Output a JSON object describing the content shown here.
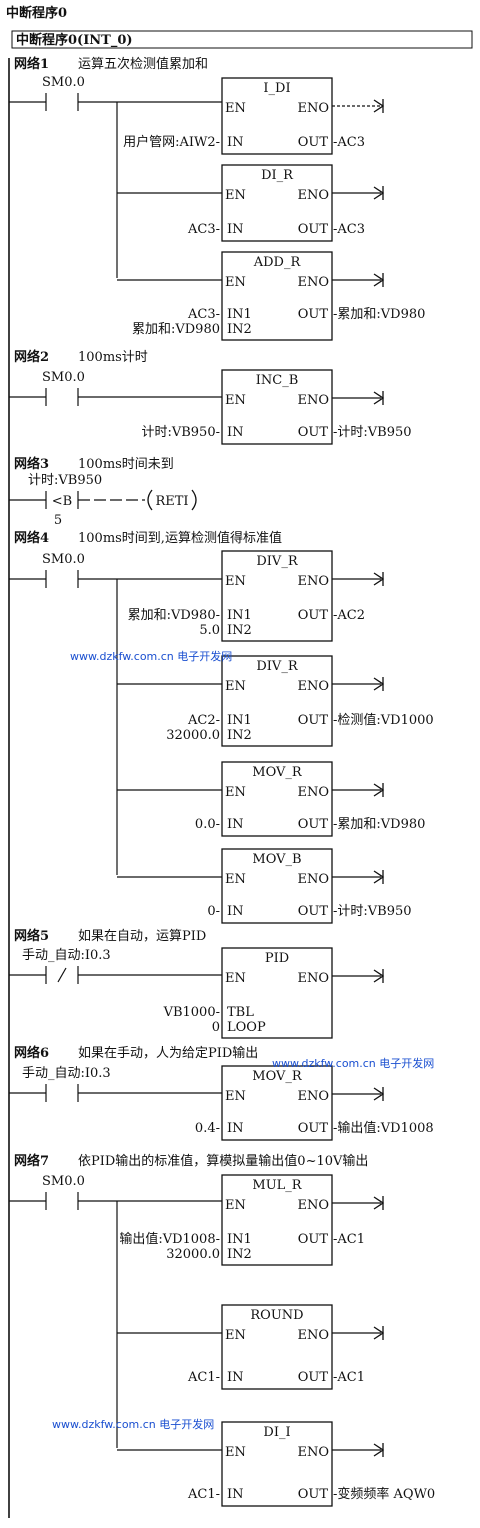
{
  "page_title": "中断程序0",
  "routine_header": "中断程序0(INT_0)",
  "watermark": "www.dzkfw.com.cn 电子开发网",
  "networks": [
    {
      "label": "网络1",
      "comment": "运算五次检测值累加和",
      "contacts": [
        {
          "label": "SM0.0",
          "type": "NO"
        }
      ],
      "boxes": [
        {
          "name": "I_DI",
          "en": "EN",
          "eno": "ENO",
          "inputs": [
            {
              "pin": "IN",
              "value": "用户管网:AIW2"
            }
          ],
          "outputs": [
            {
              "pin": "OUT",
              "value": "AC3"
            }
          ]
        },
        {
          "name": "DI_R",
          "en": "EN",
          "eno": "ENO",
          "inputs": [
            {
              "pin": "IN",
              "value": "AC3"
            }
          ],
          "outputs": [
            {
              "pin": "OUT",
              "value": "AC3"
            }
          ]
        },
        {
          "name": "ADD_R",
          "en": "EN",
          "eno": "ENO",
          "inputs": [
            {
              "pin": "IN1",
              "value": "AC3"
            },
            {
              "pin": "IN2",
              "value": "累加和:VD980"
            }
          ],
          "outputs": [
            {
              "pin": "OUT",
              "value": "累加和:VD980"
            }
          ]
        }
      ]
    },
    {
      "label": "网络2",
      "comment": "100ms计时",
      "contacts": [
        {
          "label": "SM0.0",
          "type": "NO"
        }
      ],
      "boxes": [
        {
          "name": "INC_B",
          "en": "EN",
          "eno": "ENO",
          "inputs": [
            {
              "pin": "IN",
              "value": "计时:VB950"
            }
          ],
          "outputs": [
            {
              "pin": "OUT",
              "value": "计时:VB950"
            }
          ]
        }
      ]
    },
    {
      "label": "网络3",
      "comment": "100ms时间未到",
      "contacts": [
        {
          "label": "计时:VB950",
          "type": "CMP",
          "op": "<B",
          "operand": "5"
        }
      ],
      "coil": "RETI"
    },
    {
      "label": "网络4",
      "comment": "100ms时间到,运算检测值得标准值",
      "contacts": [
        {
          "label": "SM0.0",
          "type": "NO"
        }
      ],
      "boxes": [
        {
          "name": "DIV_R",
          "en": "EN",
          "eno": "ENO",
          "inputs": [
            {
              "pin": "IN1",
              "value": "累加和:VD980"
            },
            {
              "pin": "IN2",
              "value": "5.0"
            }
          ],
          "outputs": [
            {
              "pin": "OUT",
              "value": "AC2"
            }
          ]
        },
        {
          "name": "DIV_R",
          "en": "EN",
          "eno": "ENO",
          "inputs": [
            {
              "pin": "IN1",
              "value": "AC2"
            },
            {
              "pin": "IN2",
              "value": "32000.0"
            }
          ],
          "outputs": [
            {
              "pin": "OUT",
              "value": "检测值:VD1000"
            }
          ]
        },
        {
          "name": "MOV_R",
          "en": "EN",
          "eno": "ENO",
          "inputs": [
            {
              "pin": "IN",
              "value": "0.0"
            }
          ],
          "outputs": [
            {
              "pin": "OUT",
              "value": "累加和:VD980"
            }
          ]
        },
        {
          "name": "MOV_B",
          "en": "EN",
          "eno": "ENO",
          "inputs": [
            {
              "pin": "IN",
              "value": "0"
            }
          ],
          "outputs": [
            {
              "pin": "OUT",
              "value": "计时:VB950"
            }
          ]
        }
      ]
    },
    {
      "label": "网络5",
      "comment": "如果在自动，运算PID",
      "contacts": [
        {
          "label": "手动_自动:I0.3",
          "type": "NC"
        }
      ],
      "boxes": [
        {
          "name": "PID",
          "en": "EN",
          "eno": "ENO",
          "inputs": [
            {
              "pin": "TBL",
              "value": "VB1000"
            },
            {
              "pin": "LOOP",
              "value": "0"
            }
          ],
          "outputs": []
        }
      ]
    },
    {
      "label": "网络6",
      "comment": "如果在手动，人为给定PID输出",
      "contacts": [
        {
          "label": "手动_自动:I0.3",
          "type": "NO"
        }
      ],
      "boxes": [
        {
          "name": "MOV_R",
          "en": "EN",
          "eno": "ENO",
          "inputs": [
            {
              "pin": "IN",
              "value": "0.4"
            }
          ],
          "outputs": [
            {
              "pin": "OUT",
              "value": "输出值:VD1008"
            }
          ]
        }
      ]
    },
    {
      "label": "网络7",
      "comment": "依PID输出的标准值，算模拟量输出值0~10V输出",
      "contacts": [
        {
          "label": "SM0.0",
          "type": "NO"
        }
      ],
      "boxes": [
        {
          "name": "MUL_R",
          "en": "EN",
          "eno": "ENO",
          "inputs": [
            {
              "pin": "IN1",
              "value": "输出值:VD1008"
            },
            {
              "pin": "IN2",
              "value": "32000.0"
            }
          ],
          "outputs": [
            {
              "pin": "OUT",
              "value": "AC1"
            }
          ]
        },
        {
          "name": "ROUND",
          "en": "EN",
          "eno": "ENO",
          "inputs": [
            {
              "pin": "IN",
              "value": "AC1"
            }
          ],
          "outputs": [
            {
              "pin": "OUT",
              "value": "AC1"
            }
          ]
        },
        {
          "name": "DI_I",
          "en": "EN",
          "eno": "ENO",
          "inputs": [
            {
              "pin": "IN",
              "value": "AC1"
            }
          ],
          "outputs": [
            {
              "pin": "OUT",
              "value": "变频频率 AQW0"
            }
          ]
        }
      ]
    }
  ]
}
